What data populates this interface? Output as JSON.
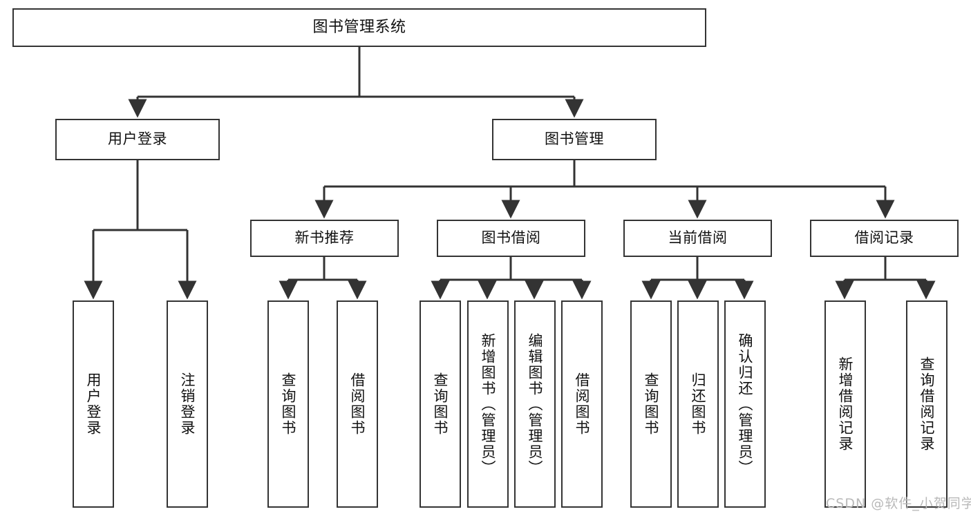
{
  "diagram": {
    "kind": "functional-structure-tree",
    "title": "图书管理系统",
    "watermark": "CSDN @软件_小贺同学",
    "colors": {
      "stroke": "#333333",
      "fill": "#ffffff",
      "text": "#111111",
      "watermark": "#b9b9b9"
    },
    "levels": {
      "root": {
        "label": "图书管理系统"
      },
      "level1": [
        {
          "id": "user-login",
          "label": "用户登录"
        },
        {
          "id": "book-management",
          "label": "图书管理"
        }
      ],
      "level2": [
        {
          "id": "new-book-recommend",
          "label": "新书推荐",
          "parent": "book-management"
        },
        {
          "id": "book-borrow",
          "label": "图书借阅",
          "parent": "book-management"
        },
        {
          "id": "current-borrow",
          "label": "当前借阅",
          "parent": "book-management"
        },
        {
          "id": "borrow-record",
          "label": "借阅记录",
          "parent": "book-management"
        }
      ],
      "leaves": [
        {
          "id": "leaf-user-login",
          "label": "用户登录",
          "parent": "user-login"
        },
        {
          "id": "leaf-user-logout",
          "label": "注销登录",
          "parent": "user-login"
        },
        {
          "id": "leaf-query-book-1",
          "label": "查询图书",
          "parent": "new-book-recommend"
        },
        {
          "id": "leaf-borrow-book-1",
          "label": "借阅图书",
          "parent": "new-book-recommend"
        },
        {
          "id": "leaf-query-book-2",
          "label": "查询图书",
          "parent": "book-borrow"
        },
        {
          "id": "leaf-add-book",
          "label": "新增图书（管理员）",
          "parent": "book-borrow"
        },
        {
          "id": "leaf-edit-book",
          "label": "编辑图书（管理员）",
          "parent": "book-borrow"
        },
        {
          "id": "leaf-borrow-book-2",
          "label": "借阅图书",
          "parent": "book-borrow"
        },
        {
          "id": "leaf-query-book-3",
          "label": "查询图书",
          "parent": "current-borrow"
        },
        {
          "id": "leaf-return-book",
          "label": "归还图书",
          "parent": "current-borrow"
        },
        {
          "id": "leaf-confirm-return",
          "label": "确认归还（管理员）",
          "parent": "current-borrow"
        },
        {
          "id": "leaf-add-record",
          "label": "新增借阅记录",
          "parent": "borrow-record"
        },
        {
          "id": "leaf-query-record",
          "label": "查询借阅记录",
          "parent": "borrow-record"
        }
      ]
    }
  }
}
